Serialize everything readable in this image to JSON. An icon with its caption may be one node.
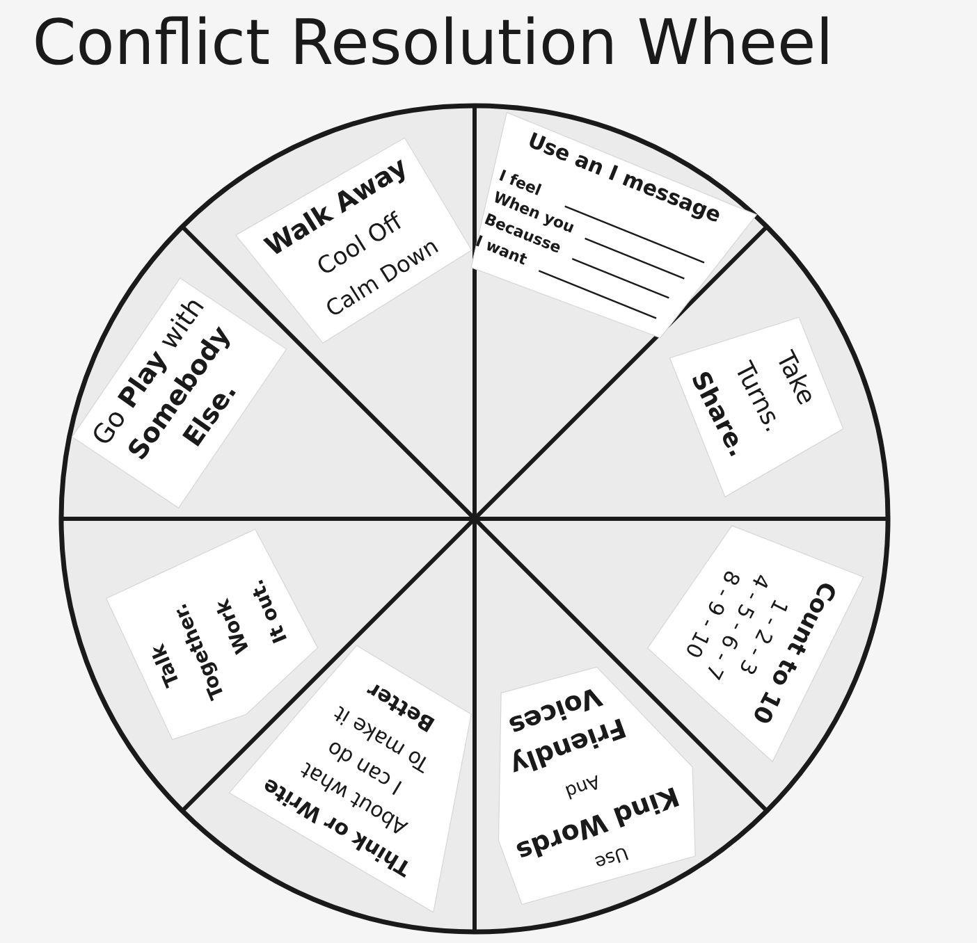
{
  "diagram": {
    "title": "Conflict Resolution Wheel",
    "nodes": [
      {
        "text": [],
        "shape": "circle"
      },
      {
        "text": [
          "Walk Away",
          "Cool Off",
          "Calm Down"
        ],
        "in": 0
      },
      {
        "text": [
          "Use an I message",
          "I feel",
          "When you",
          "Becausse",
          "I want"
        ],
        "in": 0
      },
      {
        "text": [
          "Take Turns.",
          "Share."
        ],
        "in": 0
      },
      {
        "text": [
          "Count to 10",
          "1 - 2 - 3",
          "4 - 5 - 6 - 7",
          "8 - 9 - 10"
        ],
        "in": 0
      },
      {
        "text": [
          "Use",
          "Kind Words",
          "And",
          "Friendly Voices"
        ],
        "in": 0
      },
      {
        "text": [
          "Think or Write",
          "About what",
          "I can do",
          "To make it",
          "Better"
        ],
        "in": 0
      },
      {
        "text": [
          "Talk Together.",
          "Work It out."
        ],
        "in": 0
      },
      {
        "text": [
          "Go **Play** with **Somebody Else.**"
        ],
        "in": 0
      }
    ]
  }
}
